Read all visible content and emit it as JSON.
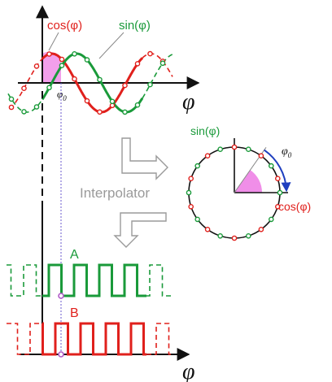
{
  "labels": {
    "cos_top": "cos(φ)",
    "sin_top": "sin(φ)",
    "phi_axis_top": "φ",
    "phi0_top": "φ",
    "phi0_top_sub": "0",
    "interpolator": "Interpolator",
    "circle_sin": "sin(φ)",
    "circle_cos": "cos(φ)",
    "phi0_circle": "φ",
    "phi0_circle_sub": "0",
    "signal_a": "A",
    "signal_b": "B",
    "phi_axis_bottom": "φ"
  },
  "colors": {
    "cos": "#e0201c",
    "sin": "#1a9a3a",
    "axis": "#111111",
    "wedge": "#f08ee8",
    "arrow_arc": "#1f3fbf",
    "guide": "#6a5acd",
    "marker": "#b05cc8"
  }
}
